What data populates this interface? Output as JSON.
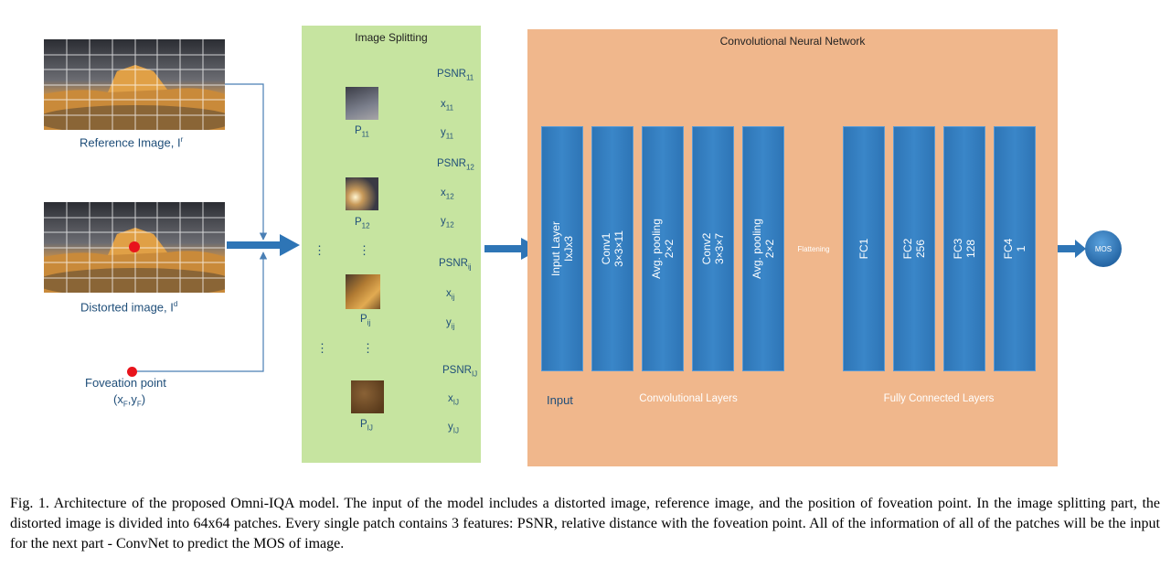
{
  "inputs": {
    "reference_label": "Reference Image, I",
    "reference_sup": "r",
    "distorted_label": "Distorted image, I",
    "distorted_sup": "d",
    "foveation_label": "Foveation point",
    "foveation_coords_open": "(x",
    "foveation_sub_x": "F",
    "foveation_comma": ",y",
    "foveation_sub_y": "F",
    "foveation_close": ")"
  },
  "image_splitting": {
    "title": "Image Splitting",
    "patches": [
      {
        "name": "P",
        "sub": "11",
        "psnr": "PSNR",
        "psnr_sub": "11",
        "x": "x",
        "x_sub": "11",
        "y": "y",
        "y_sub": "11"
      },
      {
        "name": "P",
        "sub": "12",
        "psnr": "PSNR",
        "psnr_sub": "12",
        "x": "x",
        "x_sub": "12",
        "y": "y",
        "y_sub": "12"
      },
      {
        "name": "P",
        "sub": "ij",
        "psnr": "PSNR",
        "psnr_sub": "ij",
        "x": "x",
        "x_sub": "ij",
        "y": "y",
        "y_sub": "ij"
      },
      {
        "name": "P",
        "sub": "IJ",
        "psnr": "PSNR",
        "psnr_sub": "IJ",
        "x": "x",
        "x_sub": "IJ",
        "y": "y",
        "y_sub": "IJ"
      }
    ],
    "ellipsis": "⋮"
  },
  "cnn": {
    "title": "Convolutional Neural Network",
    "layers": [
      {
        "line1": "Input Layer",
        "line2": "IxJx3"
      },
      {
        "line1": "Conv1",
        "line2": "3×3×11"
      },
      {
        "line1": "Avg. pooling",
        "line2": "2×2"
      },
      {
        "line1": "Conv2",
        "line2": "3×3×7"
      },
      {
        "line1": "Avg. pooling",
        "line2": "2×2"
      },
      {
        "line1": "FC1",
        "line2": ""
      },
      {
        "line1": "FC2",
        "line2": "256"
      },
      {
        "line1": "FC3",
        "line2": "128"
      },
      {
        "line1": "FC4",
        "line2": "1"
      }
    ],
    "flattening": "Flattening",
    "input_label": "Input",
    "conv_layers_label": "Convolutional Layers",
    "fc_layers_label": "Fully Connected Layers",
    "output": "MOS"
  },
  "caption": "Fig. 1.  Architecture of the proposed Omni-IQA model. The input of the model includes a distorted image, reference image, and the position of foveation point. In the image splitting part, the distorted image is divided into 64x64 patches. Every single patch contains 3 features: PSNR, relative distance with the foveation point. All of the information of all of the patches will be the input for the next part - ConvNet to predict the MOS of image.",
  "colors": {
    "split_panel": "#c6e4a0",
    "cnn_panel": "#f0b78c",
    "layer_blue": "#2e75b6",
    "arrow_blue": "#2e75b6",
    "line_blue": "#4a7fb5",
    "foveation_dot": "#e8141c"
  }
}
